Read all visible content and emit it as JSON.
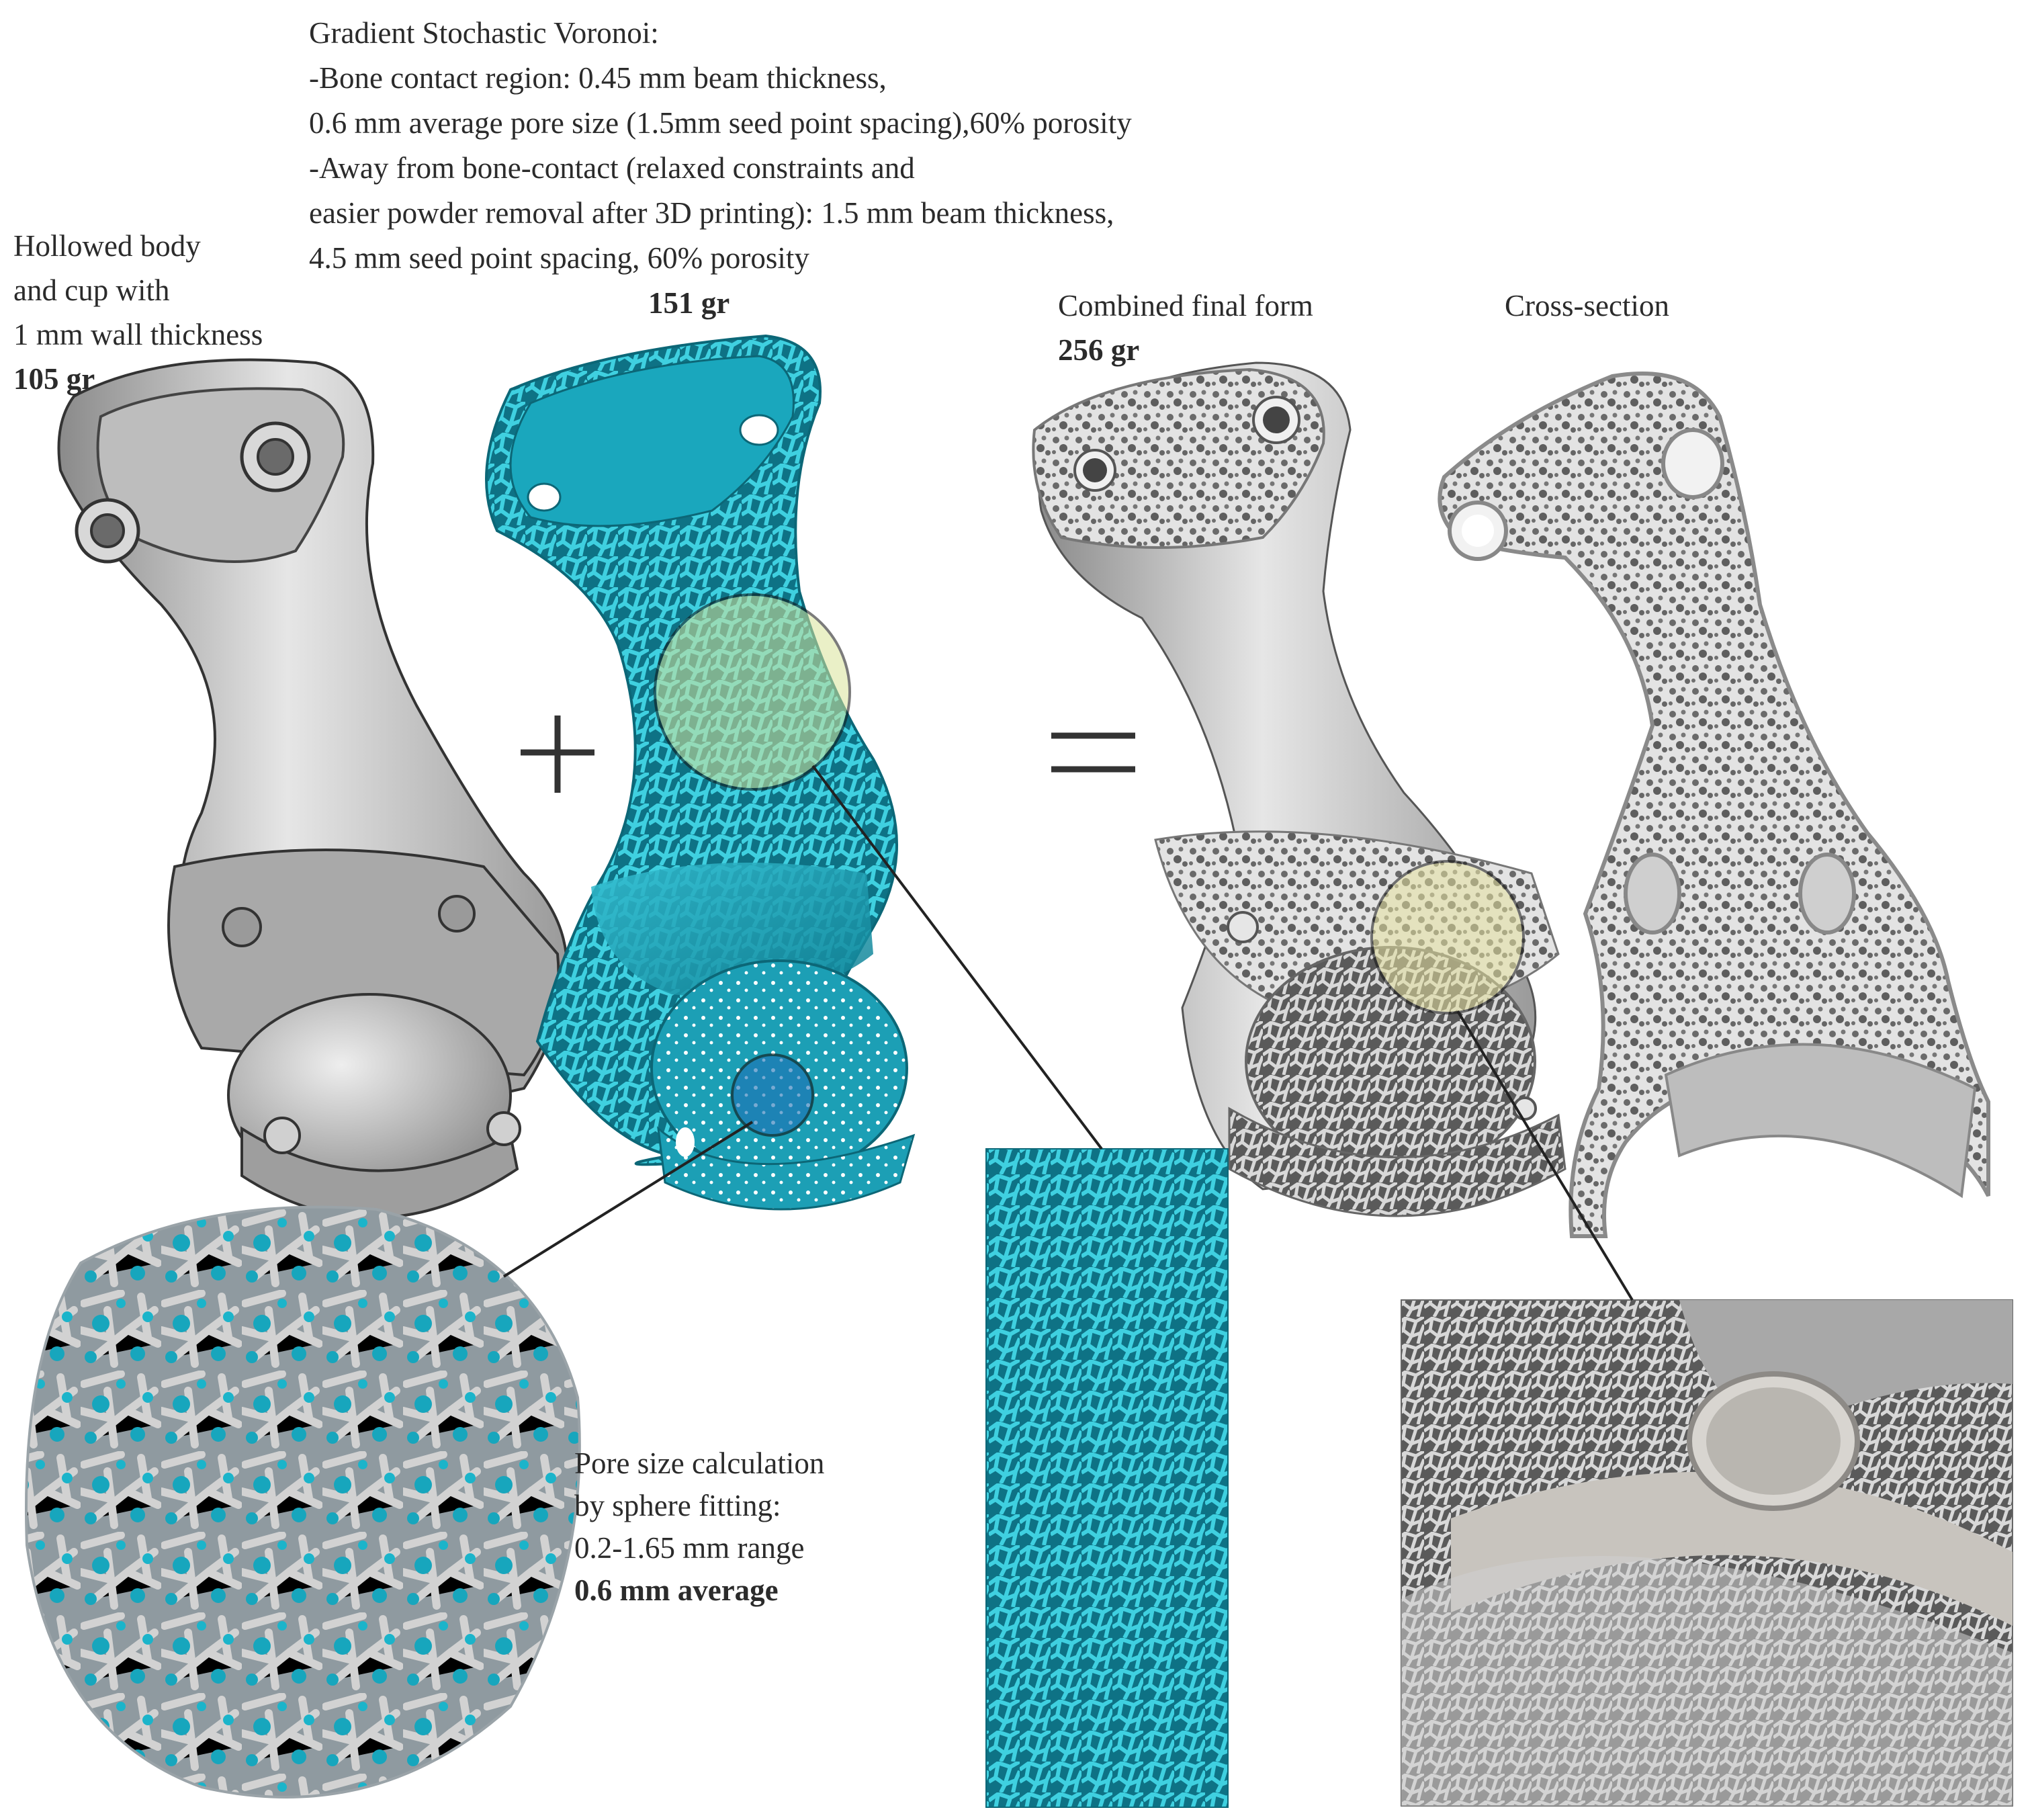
{
  "lattice_text": {
    "title": "Gradient Stochastic Voronoi:",
    "lines": [
      "-Bone contact region: 0.45 mm beam thickness,",
      "0.6 mm average pore size (1.5mm seed point spacing),60% porosity",
      "-Away from bone-contact (relaxed constraints and",
      "easier powder removal after 3D printing): 1.5 mm beam thickness,",
      "4.5 mm seed point spacing, 60% porosity"
    ],
    "weight": "151 gr"
  },
  "hollow_body": {
    "lines": [
      "Hollowed body",
      "and cup with",
      "1 mm wall thickness"
    ],
    "weight": "105 gr"
  },
  "combined": {
    "label": "Combined final form",
    "weight": "256 gr"
  },
  "cross_section": {
    "label": "Cross-section"
  },
  "pore_size": {
    "lines": [
      "Pore size calculation",
      "by sphere fitting:",
      "0.2-1.65 mm range"
    ],
    "average": "0.6 mm average"
  },
  "colors": {
    "lattice_teal": "#1aa3b8",
    "metal_gray": "#b9b9b9",
    "highlight_yellow": "#e8e4a8",
    "line": "#222222"
  }
}
